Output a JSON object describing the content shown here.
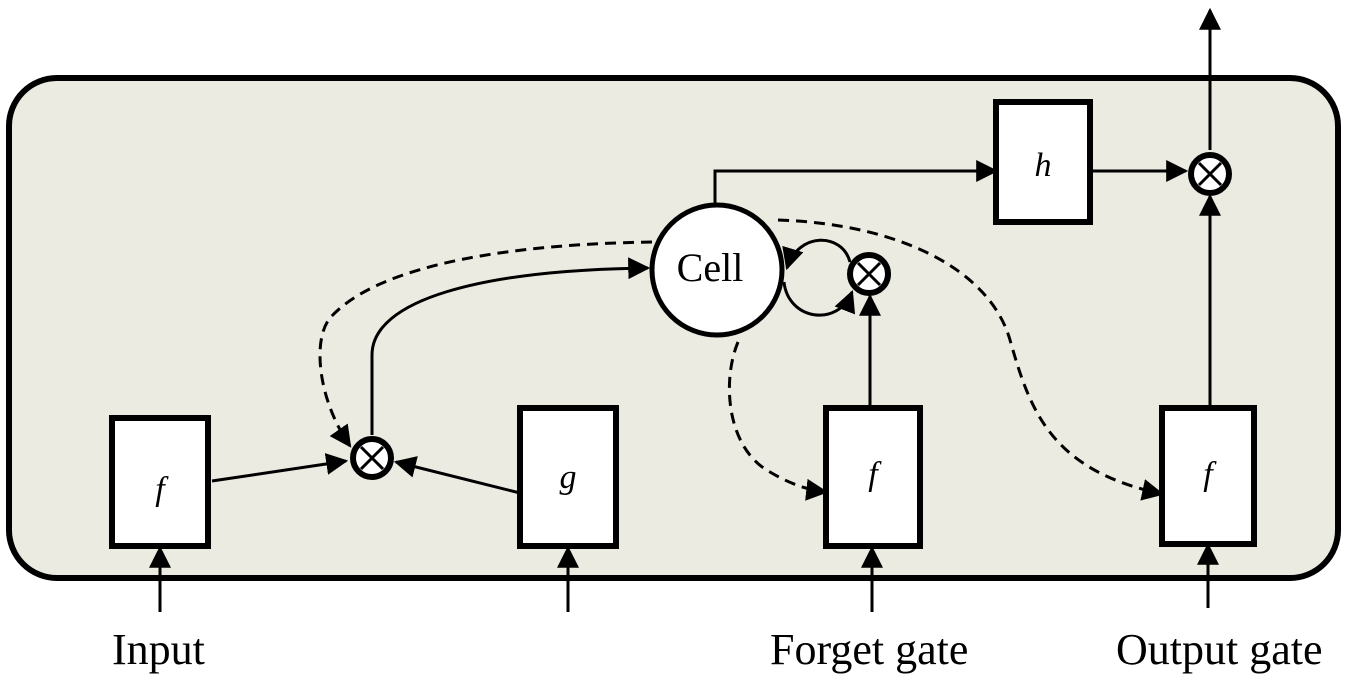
{
  "colors": {
    "panel_fill": "#ecebe1",
    "stroke": "#000000",
    "background": "#ffffff"
  },
  "nodes": {
    "input_f": "f",
    "input_g": "g",
    "forget_f": "f",
    "output_f": "f",
    "h": "h",
    "cell": "Cell",
    "multiply_symbol": "⊗"
  },
  "labels": {
    "input": "Input",
    "forget_gate": "Forget gate",
    "output_gate": "Output gate"
  }
}
